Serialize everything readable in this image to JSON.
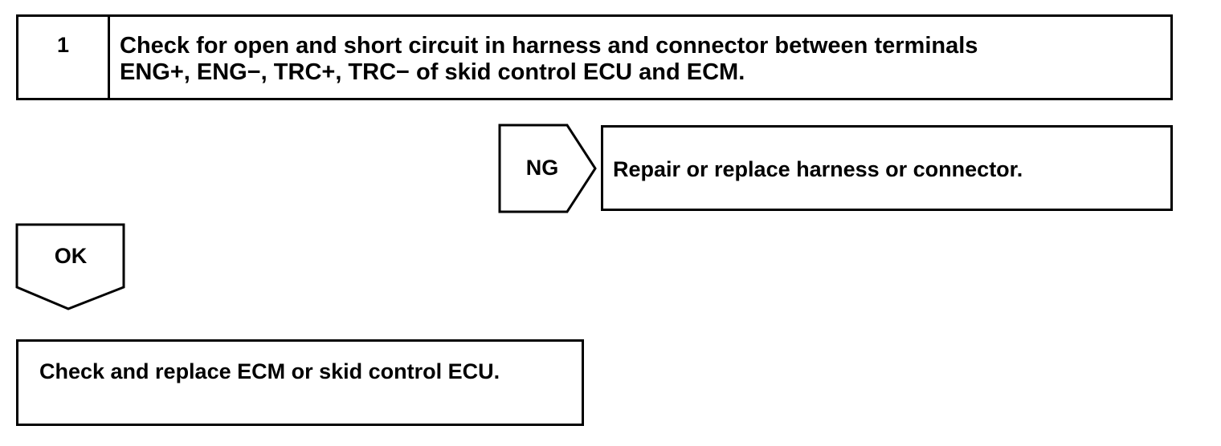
{
  "step": {
    "number": "1",
    "text_line1": "Check for open and short circuit in harness and connector between terminals",
    "text_line2": "ENG+, ENG−, TRC+, TRC− of skid control ECU and ECM."
  },
  "ng_branch": {
    "label": "NG",
    "result": "Repair or replace harness or connector."
  },
  "ok_branch": {
    "label": "OK",
    "result": "Check and replace ECM or skid control ECU."
  }
}
